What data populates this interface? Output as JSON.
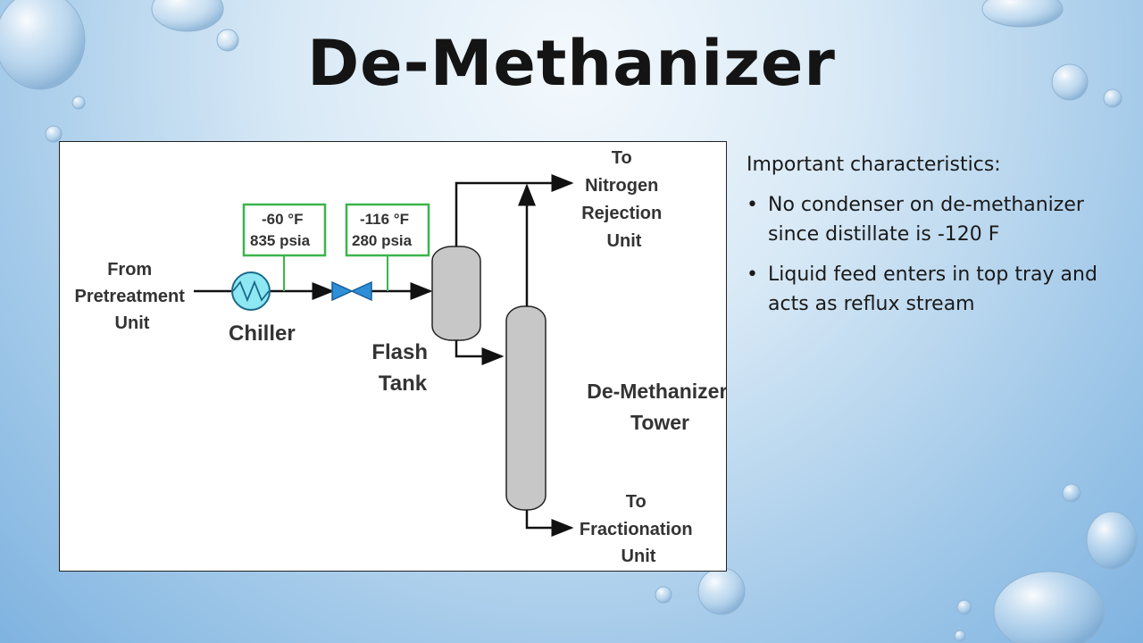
{
  "title": "De-Methanizer",
  "diagram": {
    "from_label": [
      "From",
      "Pretreatment",
      "Unit"
    ],
    "chiller_label": "Chiller",
    "box1": [
      "-60 °F",
      "835 psia"
    ],
    "box2": [
      "-116 °F",
      "280 psia"
    ],
    "flash_label": [
      "Flash",
      "Tank"
    ],
    "tower_label": [
      "De-Methanizer",
      "Tower"
    ],
    "to_nitrogen": [
      "To",
      "Nitrogen",
      "Rejection",
      "Unit"
    ],
    "to_fractionation": [
      "To",
      "Fractionation",
      "Unit"
    ],
    "colors": {
      "box_border": "#3cb44b",
      "chiller": "#8ee8f4",
      "valve": "#2e8fd6",
      "vessel": "#c7c7c7"
    }
  },
  "notes": {
    "heading": "Important characteristics:",
    "bullets": [
      "No condenser on de-methanizer since distillate is -120 F",
      "Liquid feed enters in top tray and acts as reflux stream"
    ]
  }
}
